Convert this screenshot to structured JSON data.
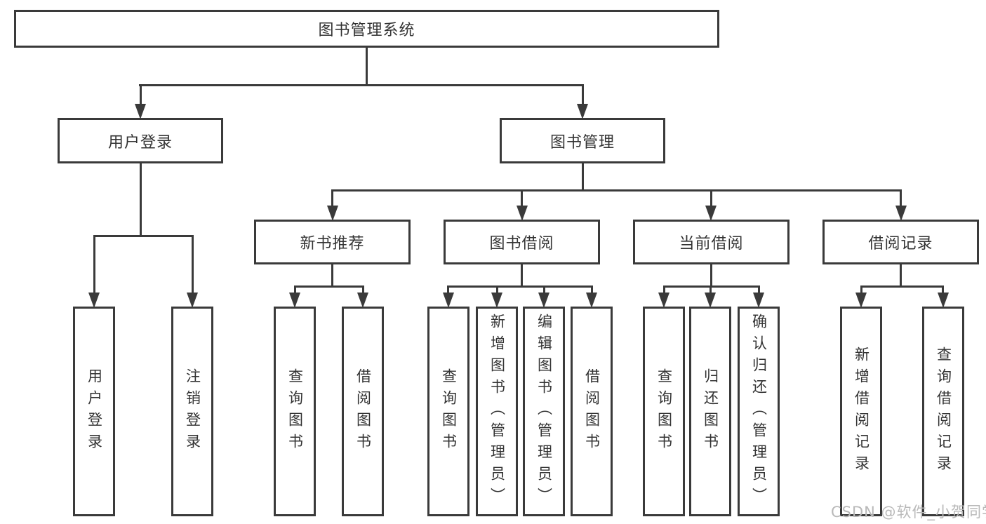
{
  "nodes": {
    "root": "图书管理系统",
    "level2": [
      "用户登录",
      "图书管理"
    ],
    "level3": [
      "新书推荐",
      "图书借阅",
      "当前借阅",
      "借阅记录"
    ],
    "leaves": {
      "user": [
        "用户登录",
        "注销登录"
      ],
      "newbook": [
        "查询图书",
        "借阅图书"
      ],
      "borrow": [
        "查询图书",
        "新增图书（管理员）",
        "编辑图书（管理员）",
        "借阅图书"
      ],
      "current": [
        "查询图书",
        "归还图书",
        "确认归还（管理员）"
      ],
      "record": [
        "新增借阅记录",
        "查询借阅记录"
      ]
    }
  },
  "watermark": {
    "text": "CSDN @软件_小贺同学"
  },
  "colors": {
    "line": "#3a3a3a",
    "box_border": "#3a3a3a",
    "text": "#333333",
    "watermark": "#b9b9b9",
    "background": "#ffffff"
  }
}
